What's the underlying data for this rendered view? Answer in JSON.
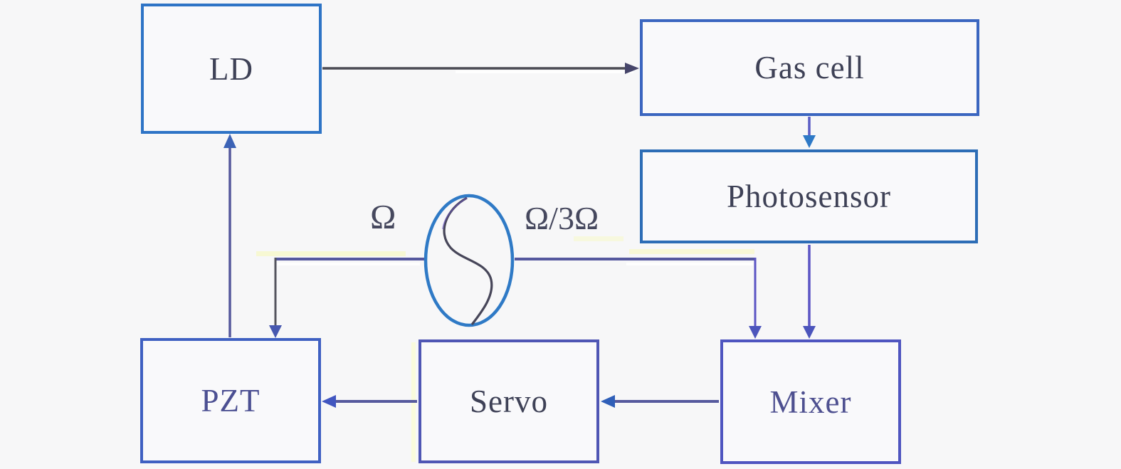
{
  "diagram": {
    "type": "block-diagram",
    "nodes": [
      {
        "id": "ld",
        "label": "LD"
      },
      {
        "id": "gas-cell",
        "label": "Gas cell"
      },
      {
        "id": "photosensor",
        "label": "Photosensor"
      },
      {
        "id": "pzt",
        "label": "PZT"
      },
      {
        "id": "servo",
        "label": "Servo"
      },
      {
        "id": "mixer",
        "label": "Mixer"
      }
    ],
    "signal_labels": {
      "omega": "Ω",
      "omega_ratio": "Ω/3Ω"
    },
    "icons": [
      {
        "name": "oscillator-icon",
        "shape": "ellipse with sine S-curve"
      }
    ],
    "edges": [
      {
        "from": "ld",
        "to": "gas-cell",
        "arrow": "right"
      },
      {
        "from": "gas-cell",
        "to": "photosensor",
        "arrow": "down"
      },
      {
        "from": "photosensor",
        "to": "mixer",
        "arrow": "down"
      },
      {
        "from": "oscillator",
        "to": "pzt",
        "arrow": "down",
        "signal": "Ω"
      },
      {
        "from": "oscillator",
        "to": "mixer",
        "arrow": "down",
        "signal": "Ω/3Ω"
      },
      {
        "from": "mixer",
        "to": "servo",
        "arrow": "left"
      },
      {
        "from": "servo",
        "to": "pzt",
        "arrow": "left"
      },
      {
        "from": "pzt",
        "to": "ld",
        "arrow": "up"
      }
    ],
    "colors": {
      "background": "#f7f7f8",
      "box_border_blue": "#2e74c6",
      "box_border_indigo": "#4f56b4",
      "wire_slate": "#565a9e",
      "wire_gray": "#4b4b54",
      "arrow_blue": "#3c63b6",
      "arrow_indigo": "#4c55bc",
      "oscillator_blue": "#2f7ac6",
      "label_text": "#3e4156",
      "highlight_yellow": "#f7f8cd"
    }
  }
}
